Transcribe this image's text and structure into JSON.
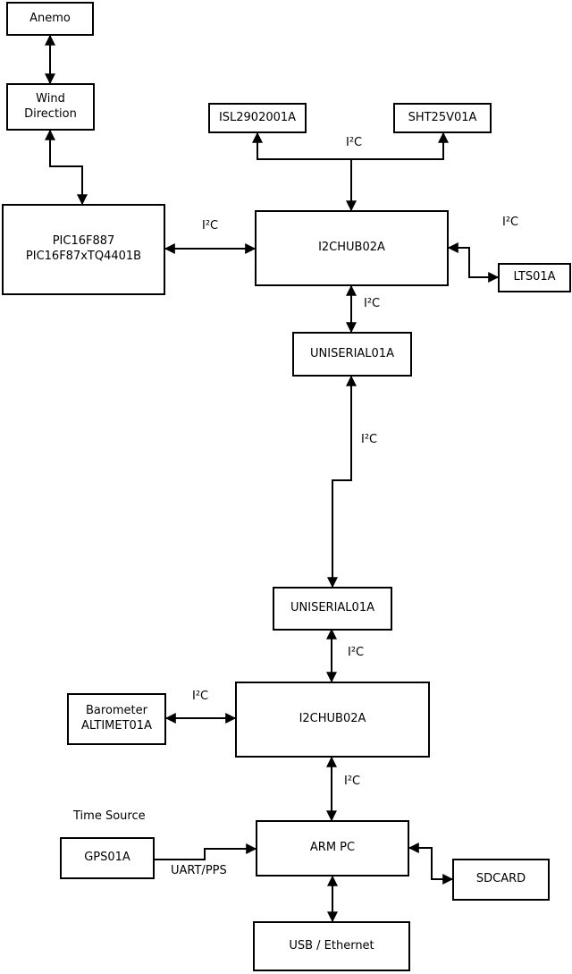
{
  "diagram": {
    "background": "#ffffff",
    "stroke_color": "#000000",
    "nodes": [
      {
        "id": "anemo",
        "label": "Anemo"
      },
      {
        "id": "wind-direction",
        "label": "Wind\nDirection"
      },
      {
        "id": "pic",
        "label": "PIC16F887\nPIC16F87xTQ4401B"
      },
      {
        "id": "isl",
        "label": "ISL2902001A"
      },
      {
        "id": "sht",
        "label": "SHT25V01A"
      },
      {
        "id": "i2chub-1",
        "label": "I2CHUB02A"
      },
      {
        "id": "lts",
        "label": "LTS01A"
      },
      {
        "id": "uniserial-1",
        "label": "UNISERIAL01A"
      },
      {
        "id": "uniserial-2",
        "label": "UNISERIAL01A"
      },
      {
        "id": "i2chub-2",
        "label": "I2CHUB02A"
      },
      {
        "id": "barometer",
        "label": "Barometer\nALTIMET01A"
      },
      {
        "id": "arm-pc",
        "label": "ARM PC"
      },
      {
        "id": "gps",
        "label": "GPS01A"
      },
      {
        "id": "sdcard",
        "label": "SDCARD"
      },
      {
        "id": "usb-ethernet",
        "label": "USB / Ethernet"
      }
    ],
    "edge_labels": [
      {
        "id": "i2c-sensors-branch",
        "text": "I²C"
      },
      {
        "id": "i2c-pic-hub1",
        "text": "I²C"
      },
      {
        "id": "i2c-hub1-lts",
        "text": "I²C"
      },
      {
        "id": "i2c-hub1-uniserial1",
        "text": "I²C"
      },
      {
        "id": "i2c-uniserial-link",
        "text": "I²C"
      },
      {
        "id": "i2c-uniserial2-hub2",
        "text": "I²C"
      },
      {
        "id": "i2c-barometer-hub2",
        "text": "I²C"
      },
      {
        "id": "i2c-hub2-armpc",
        "text": "I²C"
      },
      {
        "id": "time-source",
        "text": "Time Source"
      },
      {
        "id": "uart-pps",
        "text": "UART/PPS"
      }
    ]
  }
}
